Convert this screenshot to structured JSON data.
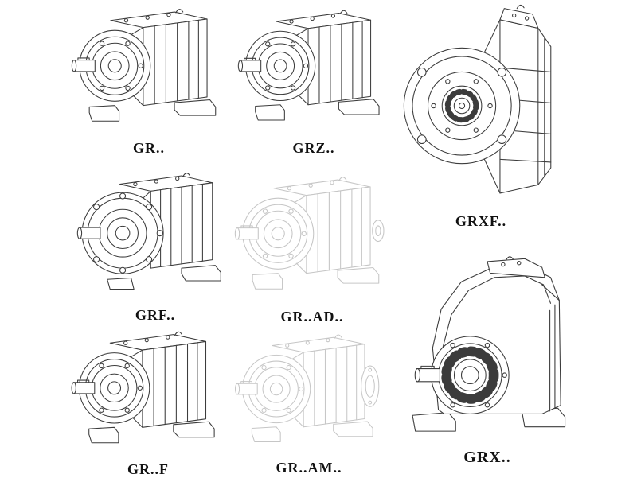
{
  "catalog": {
    "products": [
      {
        "id": "gr",
        "label": "GR.."
      },
      {
        "id": "grz",
        "label": "GRZ.."
      },
      {
        "id": "grxf",
        "label": "GRXF.."
      },
      {
        "id": "grf",
        "label": "GRF.."
      },
      {
        "id": "grad",
        "label": "GR..AD.."
      },
      {
        "id": "grff",
        "label": "GR..F"
      },
      {
        "id": "gram",
        "label": "GR..AM.."
      },
      {
        "id": "grx",
        "label": "GRX.."
      }
    ],
    "colors": {
      "line": "#3c3c3c",
      "ghost_line": "#c6c6c6",
      "label_text": "#111111",
      "background": "#ffffff"
    }
  }
}
